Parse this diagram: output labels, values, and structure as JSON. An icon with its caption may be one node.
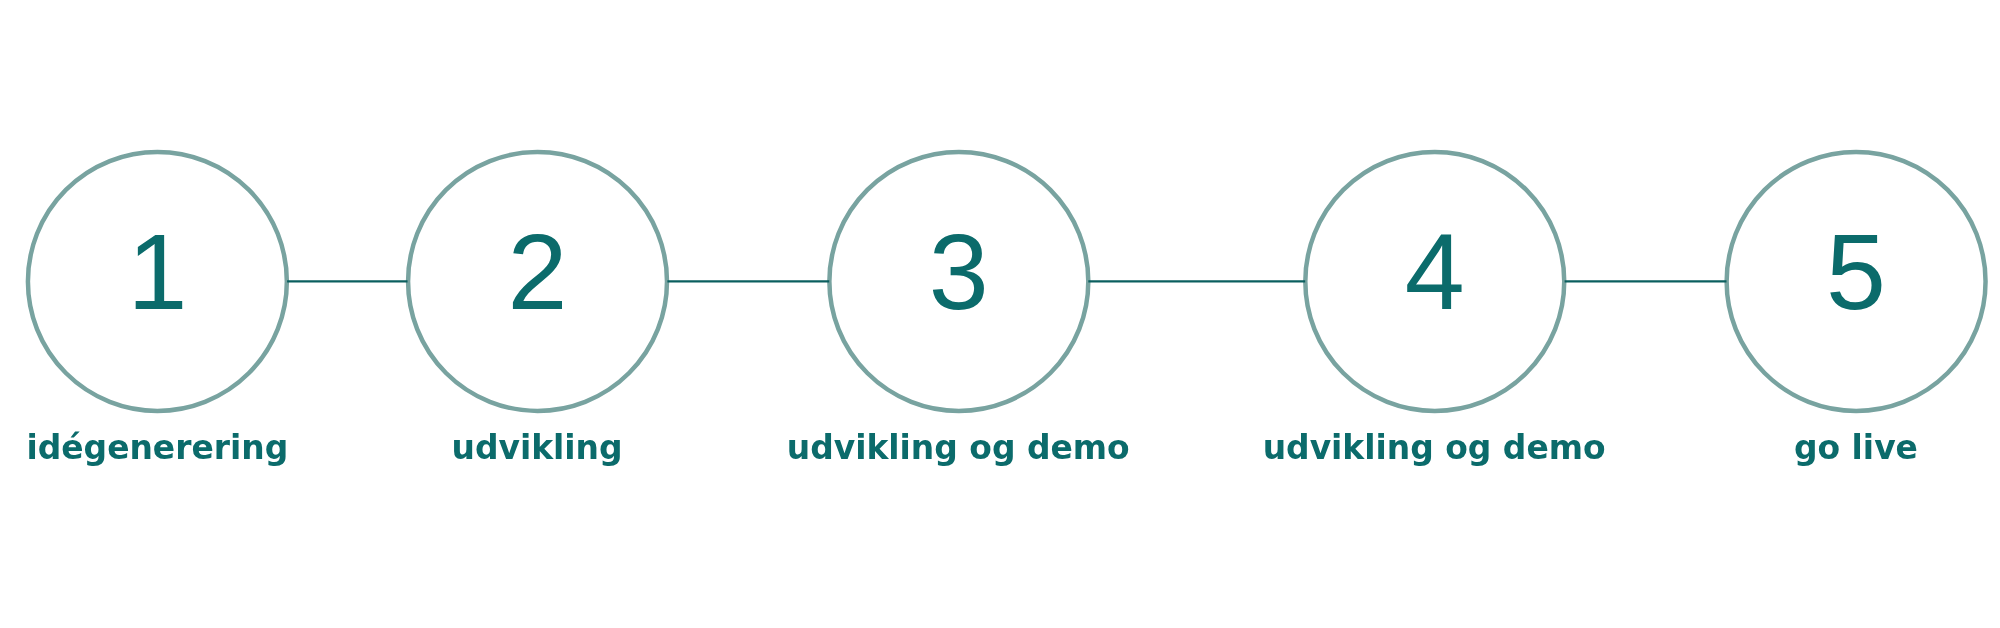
{
  "diagram": {
    "nodes": [
      {
        "text": [
          "1"
        ],
        "beside": [
          "idégenerering"
        ]
      },
      {
        "text": [
          "2"
        ],
        "beside": [
          "udvikling"
        ]
      },
      {
        "text": [
          "3"
        ],
        "beside": [
          "udvikling og demo"
        ]
      },
      {
        "text": [
          "4"
        ],
        "beside": [
          "udvikling og demo"
        ]
      },
      {
        "text": [
          "5"
        ],
        "beside": [
          "go live"
        ]
      }
    ],
    "edges": [
      {
        "from": 0,
        "to": 1,
        "arrow": "none"
      },
      {
        "from": 1,
        "to": 2,
        "arrow": "none"
      },
      {
        "from": 2,
        "to": 3,
        "arrow": "none"
      },
      {
        "from": 3,
        "to": 4,
        "arrow": "none"
      }
    ]
  }
}
